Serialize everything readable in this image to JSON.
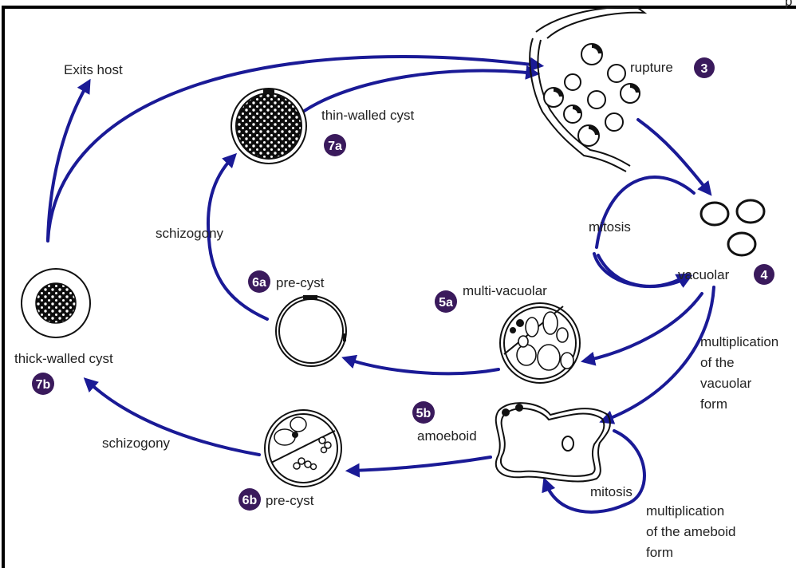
{
  "corner_text": "p",
  "labels": {
    "exits_host": "Exits host",
    "rupture": "rupture",
    "thin_walled_cyst": "thin-walled cyst",
    "schizogony_top": "schizogony",
    "mitosis_right": "mitosis",
    "vacuolar": "vacuolar",
    "pre_cyst_a": "pre-cyst",
    "multi_vacuolar": "multi-vacuolar",
    "thick_walled_cyst": "thick-walled cyst",
    "multiplication_vacuolar_1": "multiplication",
    "multiplication_vacuolar_2": "of the",
    "multiplication_vacuolar_3": "vacuolar",
    "multiplication_vacuolar_4": "form",
    "amoeboid": "amoeboid",
    "schizogony_bottom": "schizogony",
    "pre_cyst_b": "pre-cyst",
    "mitosis_bottom": "mitosis",
    "multiplication_ameboid_1": "multiplication",
    "multiplication_ameboid_2": "of the ameboid",
    "multiplication_ameboid_3": "form"
  },
  "badges": {
    "b3": "3",
    "b4": "4",
    "b5a": "5a",
    "b5b": "5b",
    "b6a": "6a",
    "b6b": "6b",
    "b7a": "7a",
    "b7b": "7b"
  },
  "colors": {
    "arrow": "#1a1a96",
    "badge": "#3a1a5c",
    "frame": "#000000"
  }
}
